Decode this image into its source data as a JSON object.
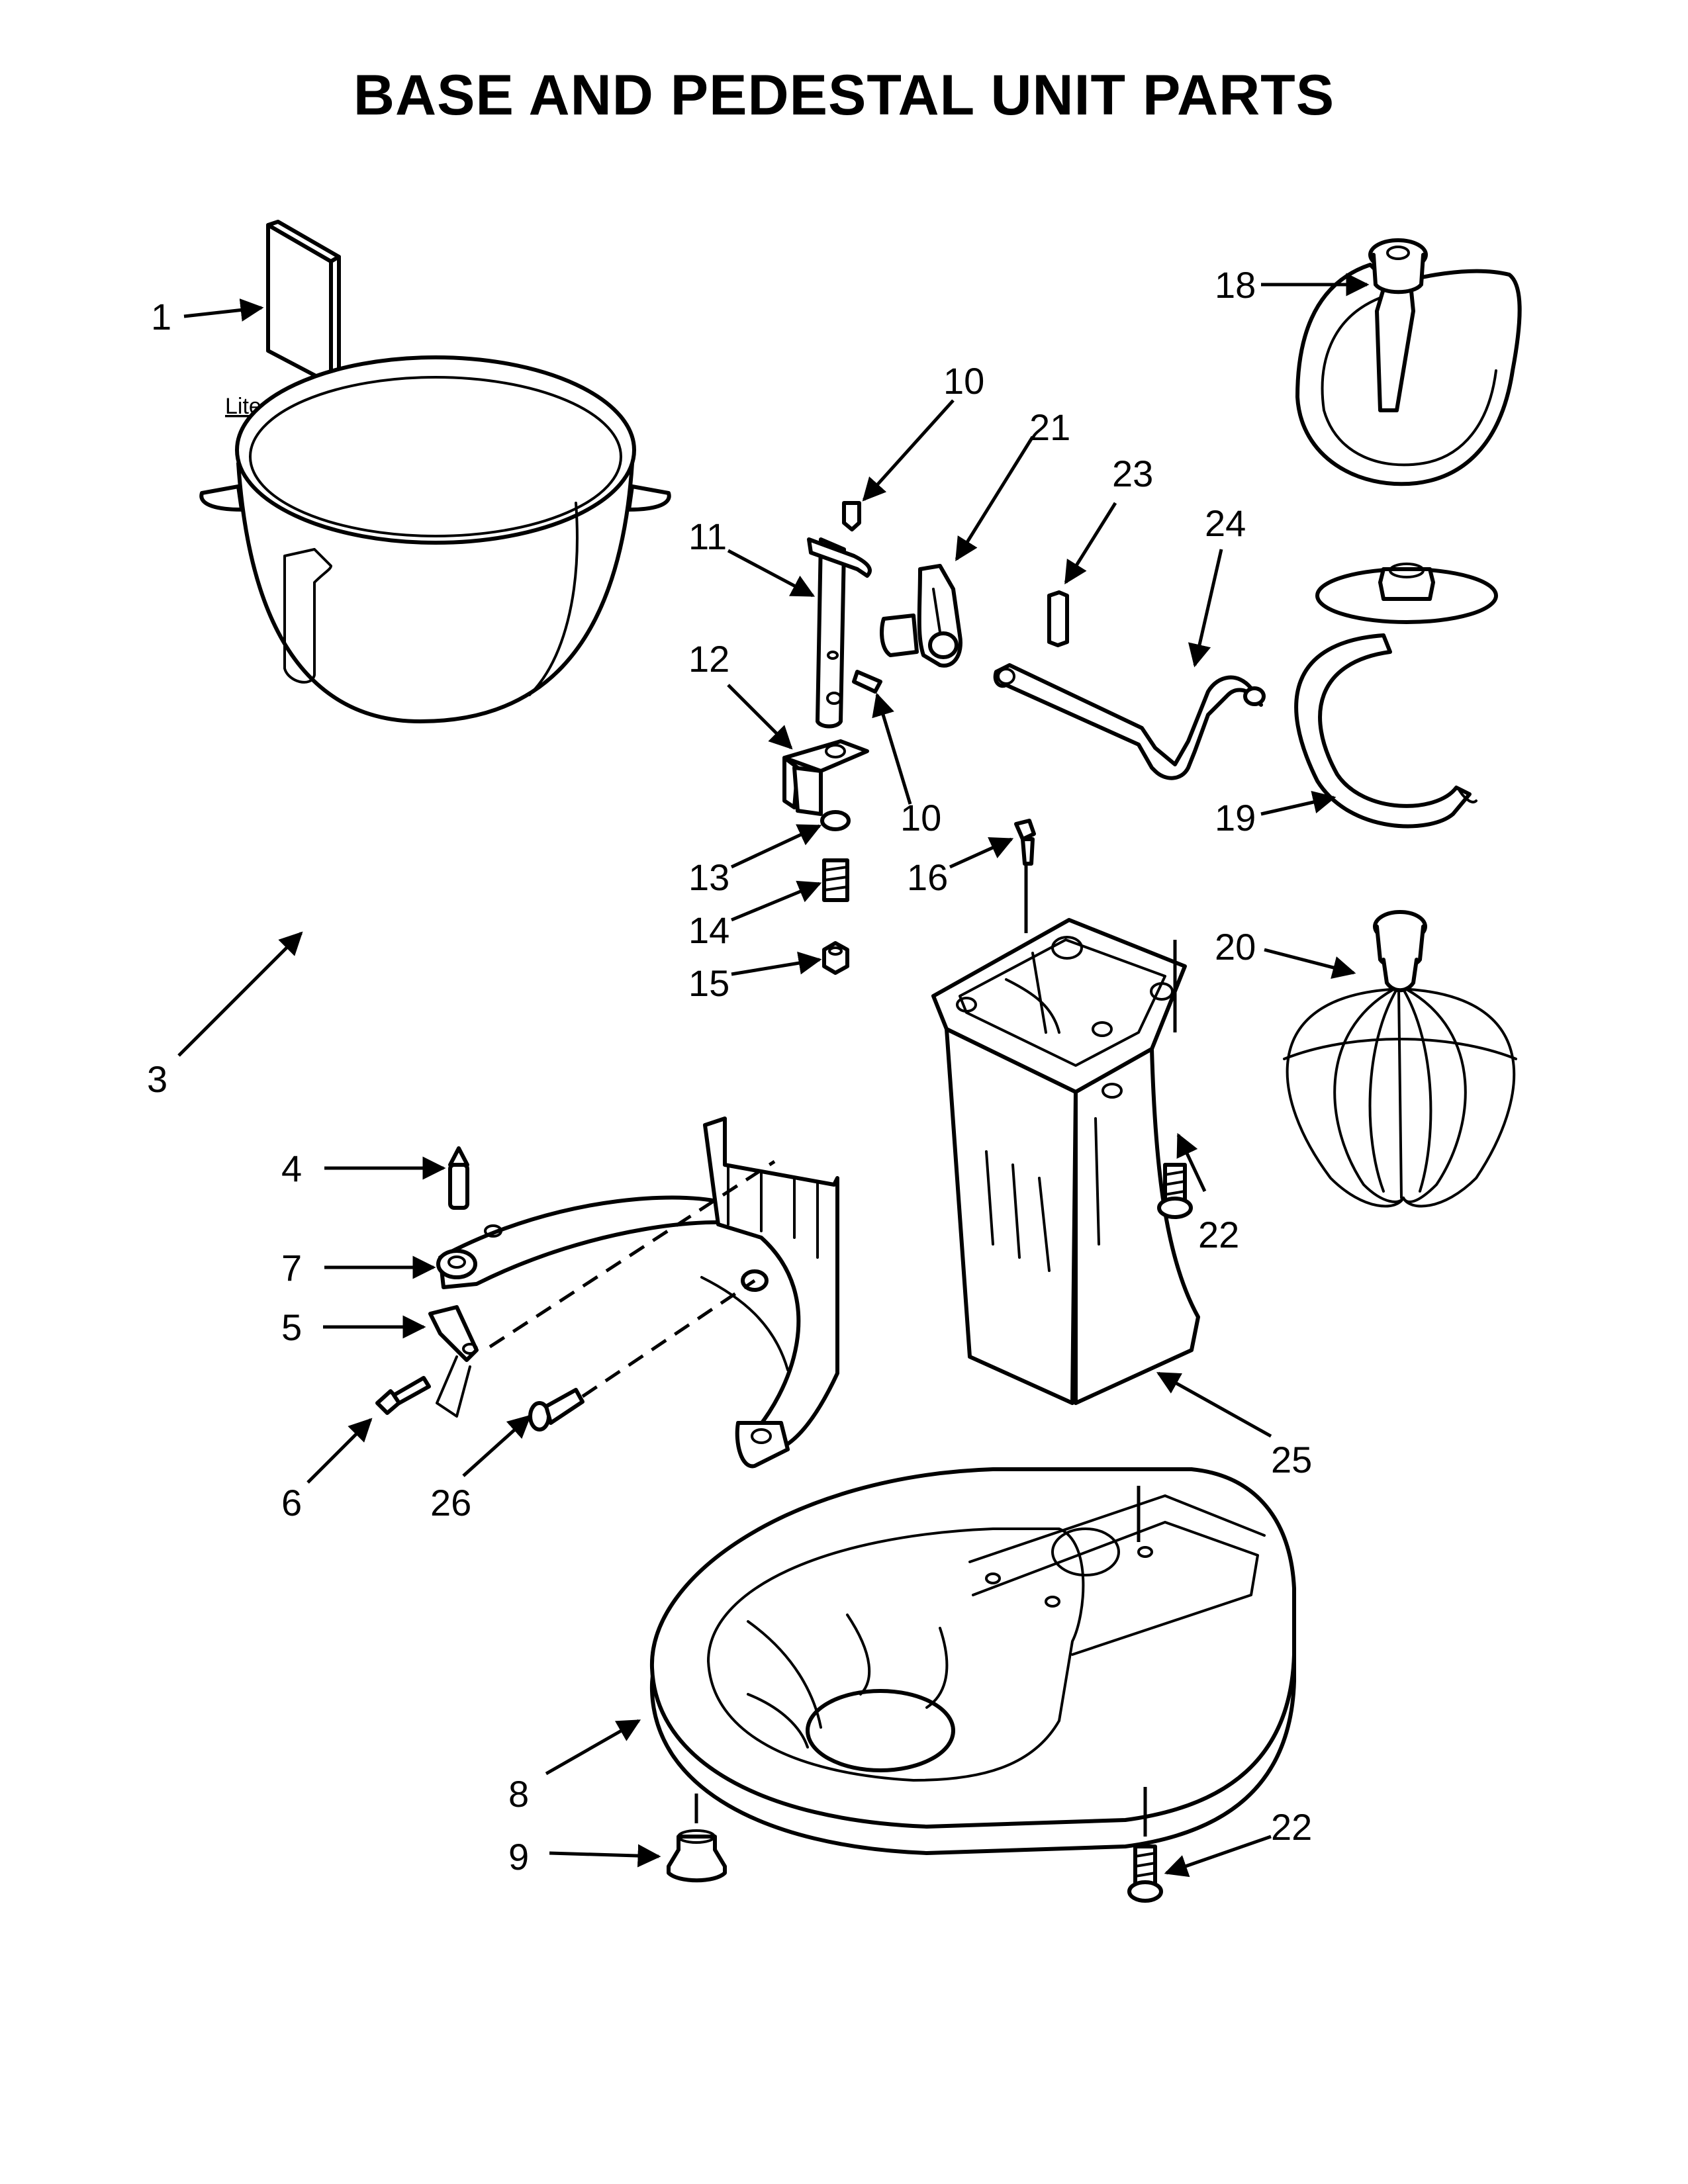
{
  "title": "BASE AND PEDESTAL UNIT PARTS",
  "literature_caption": "Literature Parts",
  "callouts": {
    "c1": "1",
    "c3": "3",
    "c4": "4",
    "c5": "5",
    "c6": "6",
    "c7": "7",
    "c8": "8",
    "c9": "9",
    "c10a": "10",
    "c10b": "10",
    "c11": "11",
    "c12": "12",
    "c13": "13",
    "c14": "14",
    "c15": "15",
    "c16": "16",
    "c18": "18",
    "c19": "19",
    "c20": "20",
    "c21": "21",
    "c22a": "22",
    "c22b": "22",
    "c23": "23",
    "c24": "24",
    "c25": "25",
    "c26": "26"
  }
}
